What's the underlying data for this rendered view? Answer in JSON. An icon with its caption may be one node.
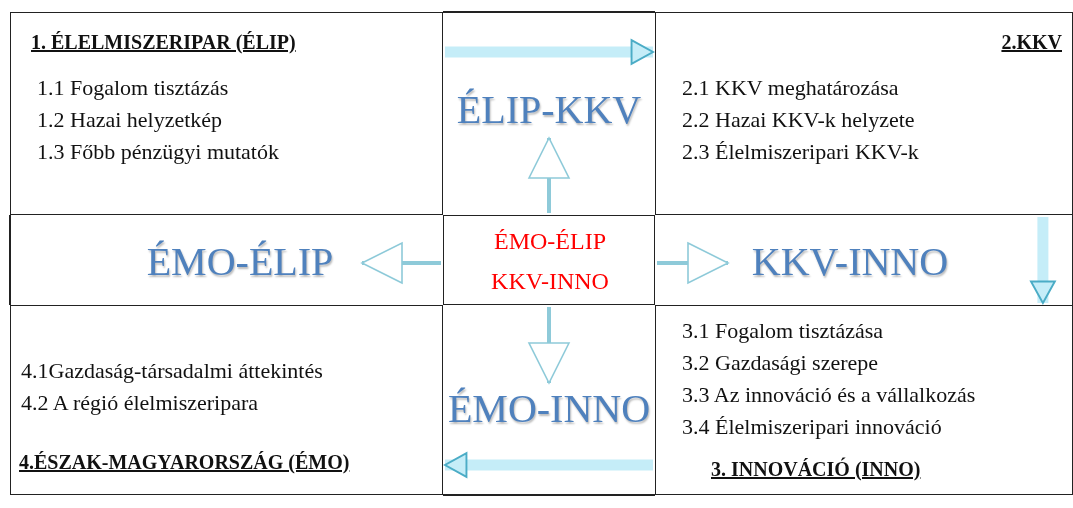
{
  "diagram": {
    "nodes": [
      {
        "text": [
          "1. ÉLELMISZERIPAR (ÉLIP)",
          "1.1 Fogalom tisztázás",
          "1.2 Hazai helyzetkép",
          "1.3 Főbb pénzügyi mutatók"
        ]
      },
      {
        "text": [
          "ÉLIP-KKV"
        ]
      },
      {
        "text": [
          "2.KKV",
          "2.1 KKV meghatározása",
          "2.2 Hazai KKV-k helyzete",
          "2.3 Élelmiszeripari KKV-k"
        ]
      },
      {
        "text": [
          "ÉMO-ÉLIP"
        ]
      },
      {
        "text": [
          "ÉMO-ÉLIP KKV-INNO"
        ]
      },
      {
        "text": [
          "KKV-INNO"
        ]
      },
      {
        "text": [
          "4.1Gazdaság-társadalmi áttekintés",
          "4.2 A régió élelmiszeripara",
          "4.ÉSZAK-MAGYARORSZÁG (ÉMO)"
        ]
      },
      {
        "text": [
          "ÉMO-INNO"
        ]
      },
      {
        "text": [
          "3.1 Fogalom tisztázása",
          "3.2 Gazdasági szerepe",
          "3.3 Az innováció és a vállalkozás",
          "3.4 Élelmiszeripari innováció",
          "3. INNOVÁCIÓ (INNO)"
        ]
      }
    ],
    "edges": [
      {
        "from": 4,
        "to": 1,
        "arrow": "to"
      },
      {
        "from": 4,
        "to": 3,
        "arrow": "to"
      },
      {
        "from": 4,
        "to": 5,
        "arrow": "to"
      },
      {
        "from": 4,
        "to": 7,
        "arrow": "to"
      },
      {
        "from": 0,
        "to": 2,
        "arrow": "to",
        "style": "thick"
      },
      {
        "from": 2,
        "to": 8,
        "arrow": "to",
        "style": "thick"
      },
      {
        "from": 8,
        "to": 6,
        "arrow": "to",
        "style": "thick"
      }
    ]
  }
}
